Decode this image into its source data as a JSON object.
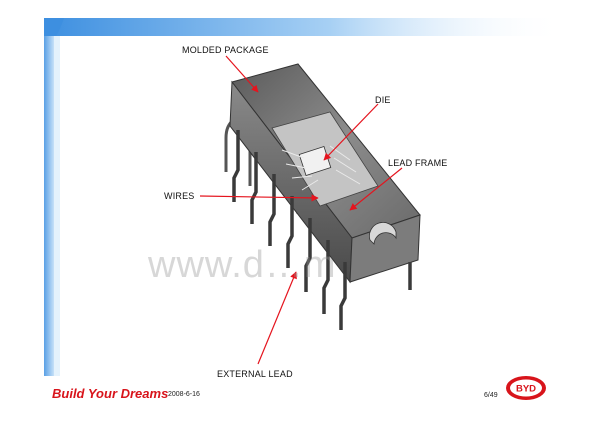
{
  "labels": {
    "molded_package": "MOLDED PACKAGE",
    "die": "DIE",
    "lead_frame": "LEAD FRAME",
    "wires": "WIRES",
    "external_lead": "EXTERNAL LEAD"
  },
  "watermark": "www.d…m",
  "footer": {
    "tagline": "Build Your Dreams",
    "date": "2008-6-16",
    "page": "6/49",
    "logo_text": "BYD"
  },
  "colors": {
    "header_blue": "#3d8fe0",
    "accent_red": "#d8141b",
    "arrow_red": "#e5141e"
  }
}
